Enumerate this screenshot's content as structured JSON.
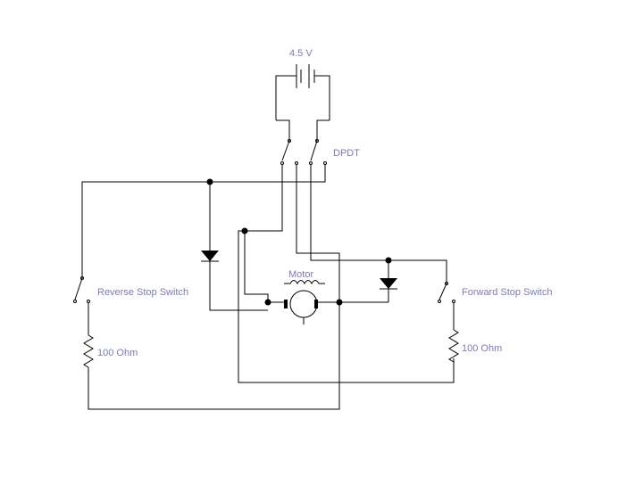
{
  "labels": {
    "battery": "4.5 V",
    "dpdt": "DPDT",
    "motor": "Motor",
    "reverse_switch": "Reverse Stop Switch",
    "forward_switch": "Forward Stop Switch",
    "resistor_left": "100  Ohm",
    "resistor_right": "100  Ohm"
  },
  "colors": {
    "wire": "#000000",
    "label": "#7a7abf",
    "background": "#ffffff"
  }
}
